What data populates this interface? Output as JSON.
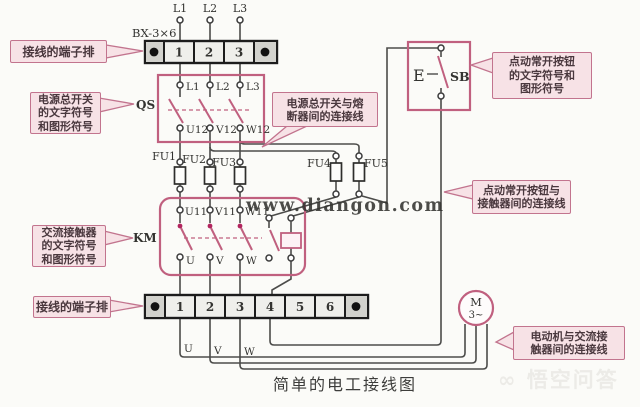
{
  "title": "简单的电工接线图",
  "watermark": "www.diangon.com",
  "brand_watermark": "悟空问答",
  "brand_icon": "∞",
  "colors": {
    "accent_pink": "#c0607f",
    "callout_fill": "#f7e2e6",
    "callout_border": "#c2748e",
    "wire": "#4c4c4a",
    "watermark_green": "#1d9c40"
  },
  "top": {
    "model_label": "BX-3×6",
    "phases": [
      "L1",
      "L2",
      "L3"
    ]
  },
  "terminal_block_top": {
    "cells": [
      "1",
      "2",
      "3"
    ]
  },
  "terminal_block_bottom": {
    "cells": [
      "1",
      "2",
      "3",
      "4",
      "5",
      "6"
    ]
  },
  "qs": {
    "ref": "QS",
    "top_terminals": [
      "L1",
      "L2",
      "L3"
    ],
    "bottom_terminals": [
      "U12",
      "V12",
      "W12"
    ]
  },
  "fuses": {
    "main": [
      "FU1",
      "FU2",
      "FU3"
    ],
    "control": [
      "FU4",
      "FU5"
    ]
  },
  "km": {
    "ref": "KM",
    "top_terminals": [
      "U11",
      "V11",
      "W11"
    ],
    "bottom_terminals": [
      "U",
      "V",
      "W"
    ]
  },
  "sb": {
    "ref": "SB",
    "actuator": "E"
  },
  "motor": {
    "label": "M",
    "phase": "3~"
  },
  "motor_leads": [
    "U",
    "V",
    "W"
  ],
  "callouts": {
    "terminal_top": "接线的端子排",
    "qs_symbol": "电源总开关\n的文字符号\n和图形符号",
    "qs_fuse_wire": "电源总开关与熔\n断器间的连接线",
    "sb_symbol": "点动常开按钮\n的文字符号和\n图形符号",
    "sb_km_wire": "点动常开按钮与\n接触器间的连接线",
    "km_symbol": "交流接触器\n的文字符号\n和图形符号",
    "terminal_bottom": "接线的端子排",
    "motor_wire": "电动机与交流接\n触器间的连接线"
  }
}
